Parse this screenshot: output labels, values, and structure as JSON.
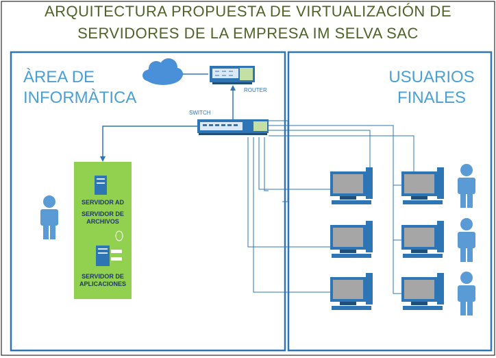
{
  "title": {
    "line1": "ARQUITECTURA PROPUESTA DE VIRTUALIZACIÓN DE",
    "line2": "SERVIDORES DE LA EMPRESA IM SELVA SAC"
  },
  "areas": {
    "left": {
      "line1": "ÀREA DE",
      "line2": "INFORMÀTICA"
    },
    "right": {
      "line1": "USUARIOS",
      "line2": "FINALES"
    }
  },
  "devices": {
    "router": "ROUTER",
    "switch": "SWITCH"
  },
  "servers": {
    "ad": "SERVIDOR AD",
    "files_line1": "SERVIDOR DE",
    "files_line2": "ARCHIVOS",
    "apps_line1": "SERVIDOR DE",
    "apps_line2": "APLICACIONES"
  },
  "colors": {
    "title": "#4f6228",
    "frame": "#2e75b6",
    "label": "#4a9fd5",
    "person": "#5b9bd5",
    "server_panel": "#92d050",
    "monitor": "#a6a6a6"
  }
}
